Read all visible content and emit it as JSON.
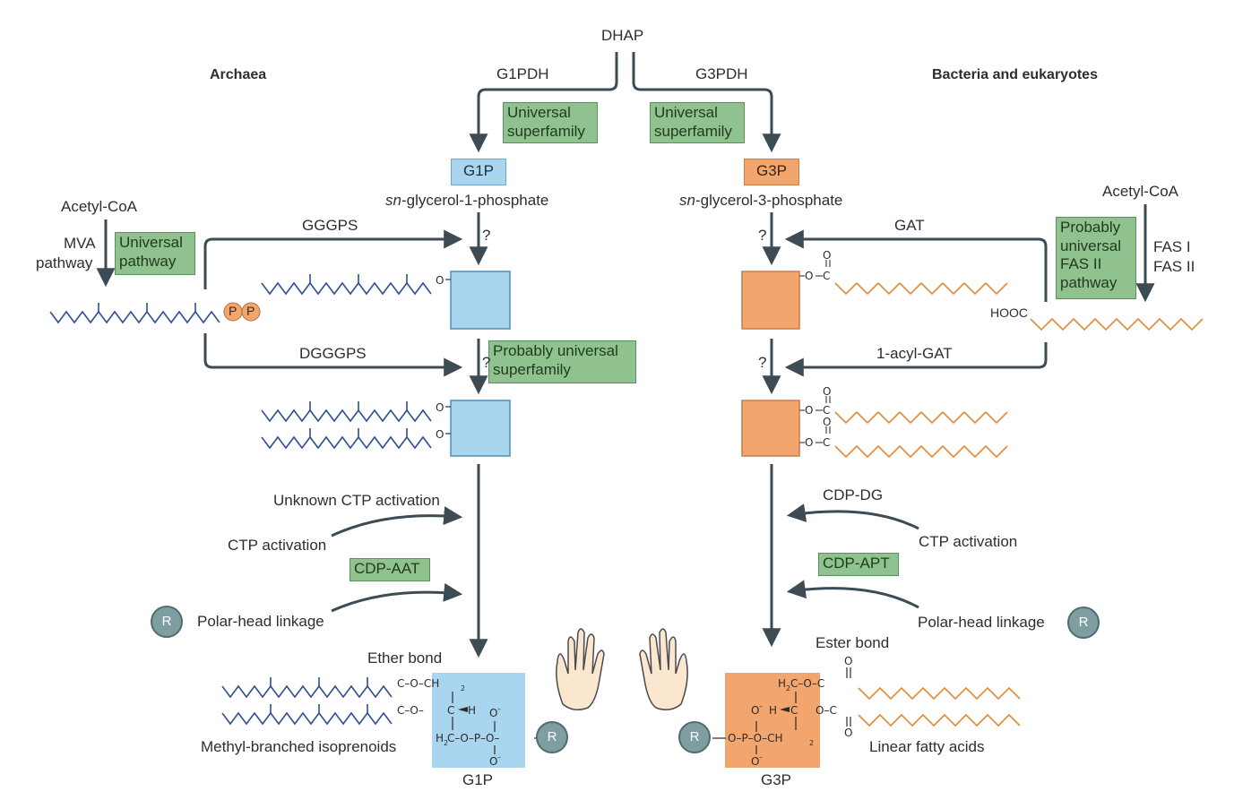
{
  "top": {
    "dhap": "DHAP",
    "g1pdh": "G1PDH",
    "g3pdh": "G3PDH"
  },
  "headers": {
    "archaea": "Archaea",
    "bacteria": "Bacteria and eukaryotes"
  },
  "left": {
    "universal_superfamily_1": "Universal",
    "universal_superfamily_2": "superfamily",
    "g1p_box": "G1P",
    "g1p_italic": "sn",
    "g1p_name": "-glycerol-1-phosphate",
    "acetyl_coa": "Acetyl-CoA",
    "mva": "MVA",
    "mva_pathway": "pathway",
    "universal_pathway_1": "Universal",
    "universal_pathway_2": "pathway",
    "gggps": "GGGPS",
    "question": "?",
    "pp": "P",
    "dgggps": "DGGGPS",
    "prob_universal_1": "Probably universal",
    "prob_universal_2": "superfamily",
    "unknown_ctp": "Unknown CTP activation",
    "ctp_activation": "CTP activation",
    "cdp_aat": "CDP-AAT",
    "r": "R",
    "polar_head": "Polar-head linkage",
    "ether_bond": "Ether bond",
    "methyl_branched": "Methyl-branched isoprenoids",
    "g1p_bottom": "G1P"
  },
  "right": {
    "universal_superfamily_1": "Universal",
    "universal_superfamily_2": "superfamily",
    "g3p_box": "G3P",
    "g3p_italic": "sn",
    "g3p_name": "-glycerol-3-phosphate",
    "acetyl_coa": "Acetyl-CoA",
    "gat": "GAT",
    "question": "?",
    "prob_fas_1": "Probably",
    "prob_fas_2": "universal",
    "prob_fas_3": "FAS II",
    "prob_fas_4": "pathway",
    "fas1": "FAS I",
    "fas2": "FAS II",
    "hooc": "HOOC",
    "acyl_gat": "1-acyl-GAT",
    "cdp_dg": "CDP-DG",
    "ctp_activation": "CTP activation",
    "cdp_apt": "CDP-APT",
    "polar_head": "Polar-head linkage",
    "r": "R",
    "ester_bond": "Ester bond",
    "linear_fatty": "Linear fatty acids",
    "g3p_bottom": "G3P"
  },
  "colors": {
    "arrow": "#3d4b55",
    "chain_blue": "#2f4f8f",
    "chain_orange": "#e38a36",
    "green": "#8fc28e",
    "blue": "#a9d6ee",
    "orange": "#f2a56d"
  }
}
